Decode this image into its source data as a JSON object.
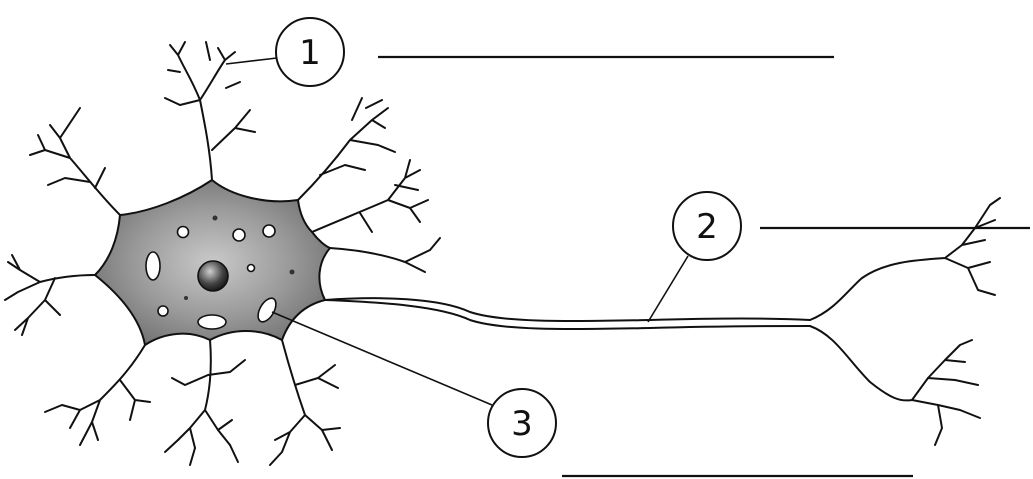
{
  "diagram": {
    "labels": [
      {
        "number": "1",
        "answer_line": ""
      },
      {
        "number": "2",
        "answer_line": ""
      },
      {
        "number": "3",
        "answer_line": ""
      }
    ],
    "colors": {
      "ink": "#111111",
      "soma_fill_dark": "#6d6d6d",
      "soma_fill_light": "#d9d9d9",
      "background": "#ffffff"
    }
  }
}
